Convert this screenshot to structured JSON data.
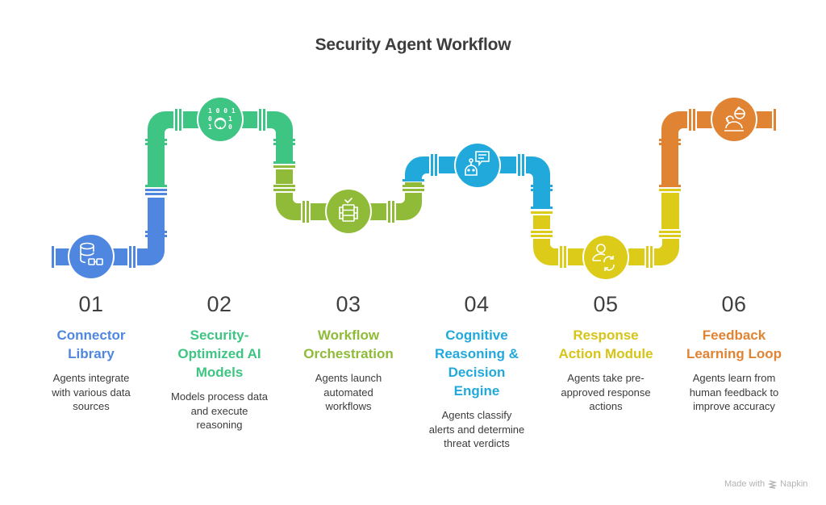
{
  "title": "Security Agent Workflow",
  "colors": {
    "step1": "#4f87e0",
    "step2": "#3ec483",
    "step3": "#8fbb39",
    "step4": "#22a9db",
    "step5": "#dccb18",
    "step6": "#e08434",
    "title": "#3d3d3d",
    "body_text": "#3b3b3b",
    "footer": "#b3b3b3"
  },
  "steps": [
    {
      "number": "01",
      "title_lines": [
        "Connector",
        "Library"
      ],
      "description_lines": [
        "Agents integrate",
        "with various data",
        "sources"
      ],
      "icon": "database-connector-icon"
    },
    {
      "number": "02",
      "title_lines": [
        "Security-",
        "Optimized AI",
        "Models"
      ],
      "description_lines": [
        "Models process data",
        "and execute",
        "reasoning"
      ],
      "icon": "binary-code-face-icon"
    },
    {
      "number": "03",
      "title_lines": [
        "Workflow",
        "Orchestration"
      ],
      "description_lines": [
        "Agents launch",
        "automated",
        "workflows"
      ],
      "icon": "server-rack-check-icon"
    },
    {
      "number": "04",
      "title_lines": [
        "Cognitive",
        "Reasoning &",
        "Decision",
        "Engine"
      ],
      "description_lines": [
        "Agents classify",
        "alerts and determine",
        "threat verdicts"
      ],
      "icon": "robot-chat-icon"
    },
    {
      "number": "05",
      "title_lines": [
        "Response",
        "Action Module"
      ],
      "description_lines": [
        "Agents take pre-",
        "approved response",
        "actions"
      ],
      "icon": "user-sync-icon"
    },
    {
      "number": "06",
      "title_lines": [
        "Feedback",
        "Learning Loop"
      ],
      "description_lines": [
        "Agents learn from",
        "human feedback to",
        "improve accuracy"
      ],
      "icon": "person-feedback-icon"
    }
  ],
  "footer": {
    "made_with": "Made with",
    "brand": "Napkin"
  }
}
